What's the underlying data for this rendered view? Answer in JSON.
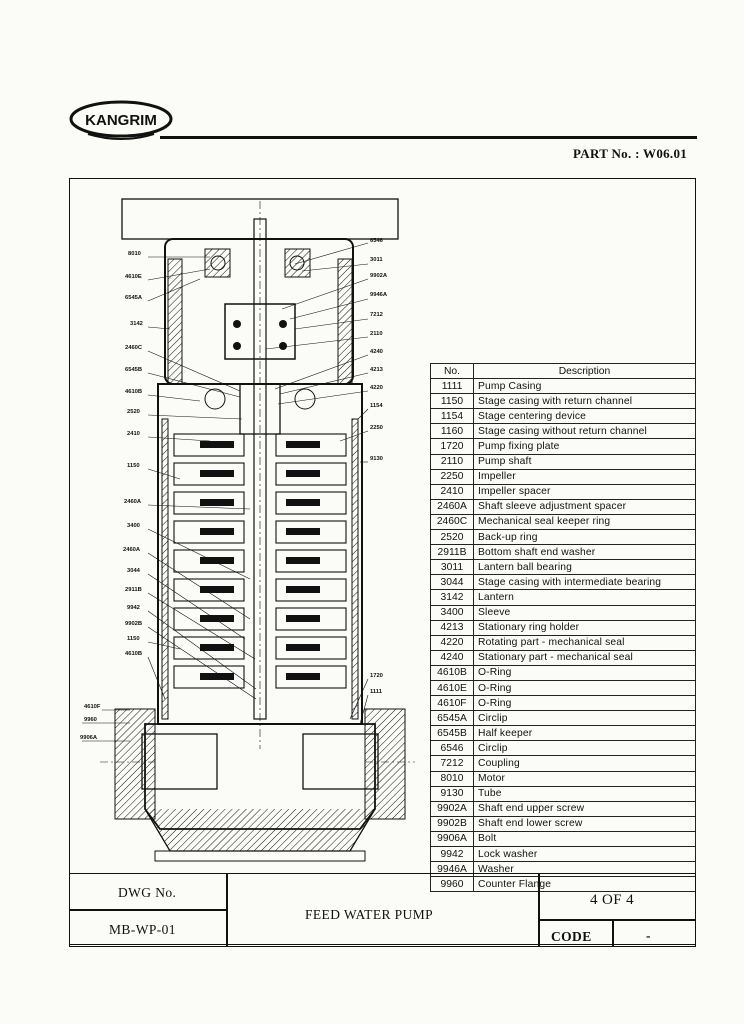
{
  "header": {
    "logo_text": "KANGRIM",
    "part_no": "PART No. : W06.01"
  },
  "drawing": {
    "left_labels": [
      "8010",
      "4610E",
      "6545A",
      "3142",
      "2460C",
      "6545B",
      "4610B",
      "2520",
      "2410",
      "1150",
      "2460A",
      "3400",
      "2460A",
      "3044",
      "2911B",
      "9942",
      "9902B",
      "1150",
      "4610B",
      "4610F",
      "9960",
      "9906A"
    ],
    "right_labels": [
      "6546",
      "3011",
      "9902A",
      "9946A",
      "7212",
      "2110",
      "4240",
      "4213",
      "4220",
      "1154",
      "2250",
      "9130",
      "1720",
      "1111"
    ]
  },
  "parts_table": {
    "headers": [
      "No.",
      "Description"
    ],
    "rows": [
      [
        "1111",
        "Pump Casing"
      ],
      [
        "1150",
        "Stage casing with return channel"
      ],
      [
        "1154",
        "Stage centering device"
      ],
      [
        "1160",
        "Stage casing without return channel"
      ],
      [
        "1720",
        "Pump fixing plate"
      ],
      [
        "2110",
        "Pump shaft"
      ],
      [
        "2250",
        "Impeller"
      ],
      [
        "2410",
        "Impeller spacer"
      ],
      [
        "2460A",
        "Shaft sleeve adjustment spacer"
      ],
      [
        "2460C",
        "Mechanical seal keeper ring"
      ],
      [
        "2520",
        "Back-up ring"
      ],
      [
        "2911B",
        "Bottom shaft end washer"
      ],
      [
        "3011",
        "Lantern ball bearing"
      ],
      [
        "3044",
        "Stage casing with intermediate bearing"
      ],
      [
        "3142",
        "Lantern"
      ],
      [
        "3400",
        "Sleeve"
      ],
      [
        "4213",
        "Stationary ring holder"
      ],
      [
        "4220",
        "Rotating part - mechanical seal"
      ],
      [
        "4240",
        "Stationary part - mechanical seal"
      ],
      [
        "4610B",
        "O-Ring"
      ],
      [
        "4610E",
        "O-Ring"
      ],
      [
        "4610F",
        "O-Ring"
      ],
      [
        "6545A",
        "Circlip"
      ],
      [
        "6545B",
        "Half keeper"
      ],
      [
        "6546",
        "Circlip"
      ],
      [
        "7212",
        "Coupling"
      ],
      [
        "8010",
        "Motor"
      ],
      [
        "9130",
        "Tube"
      ],
      [
        "9902A",
        "Shaft end upper screw"
      ],
      [
        "9902B",
        "Shaft end lower screw"
      ],
      [
        "9906A",
        "Bolt"
      ],
      [
        "9942",
        "Lock washer"
      ],
      [
        "9946A",
        "Washer"
      ],
      [
        "9960",
        "Counter Flange"
      ]
    ]
  },
  "title_block": {
    "dwg_label": "DWG No.",
    "dwg_no": "MB-WP-01",
    "title": "FEED WATER PUMP",
    "sheet": "4 OF 4",
    "code_label": "CODE",
    "code_value": "-"
  }
}
